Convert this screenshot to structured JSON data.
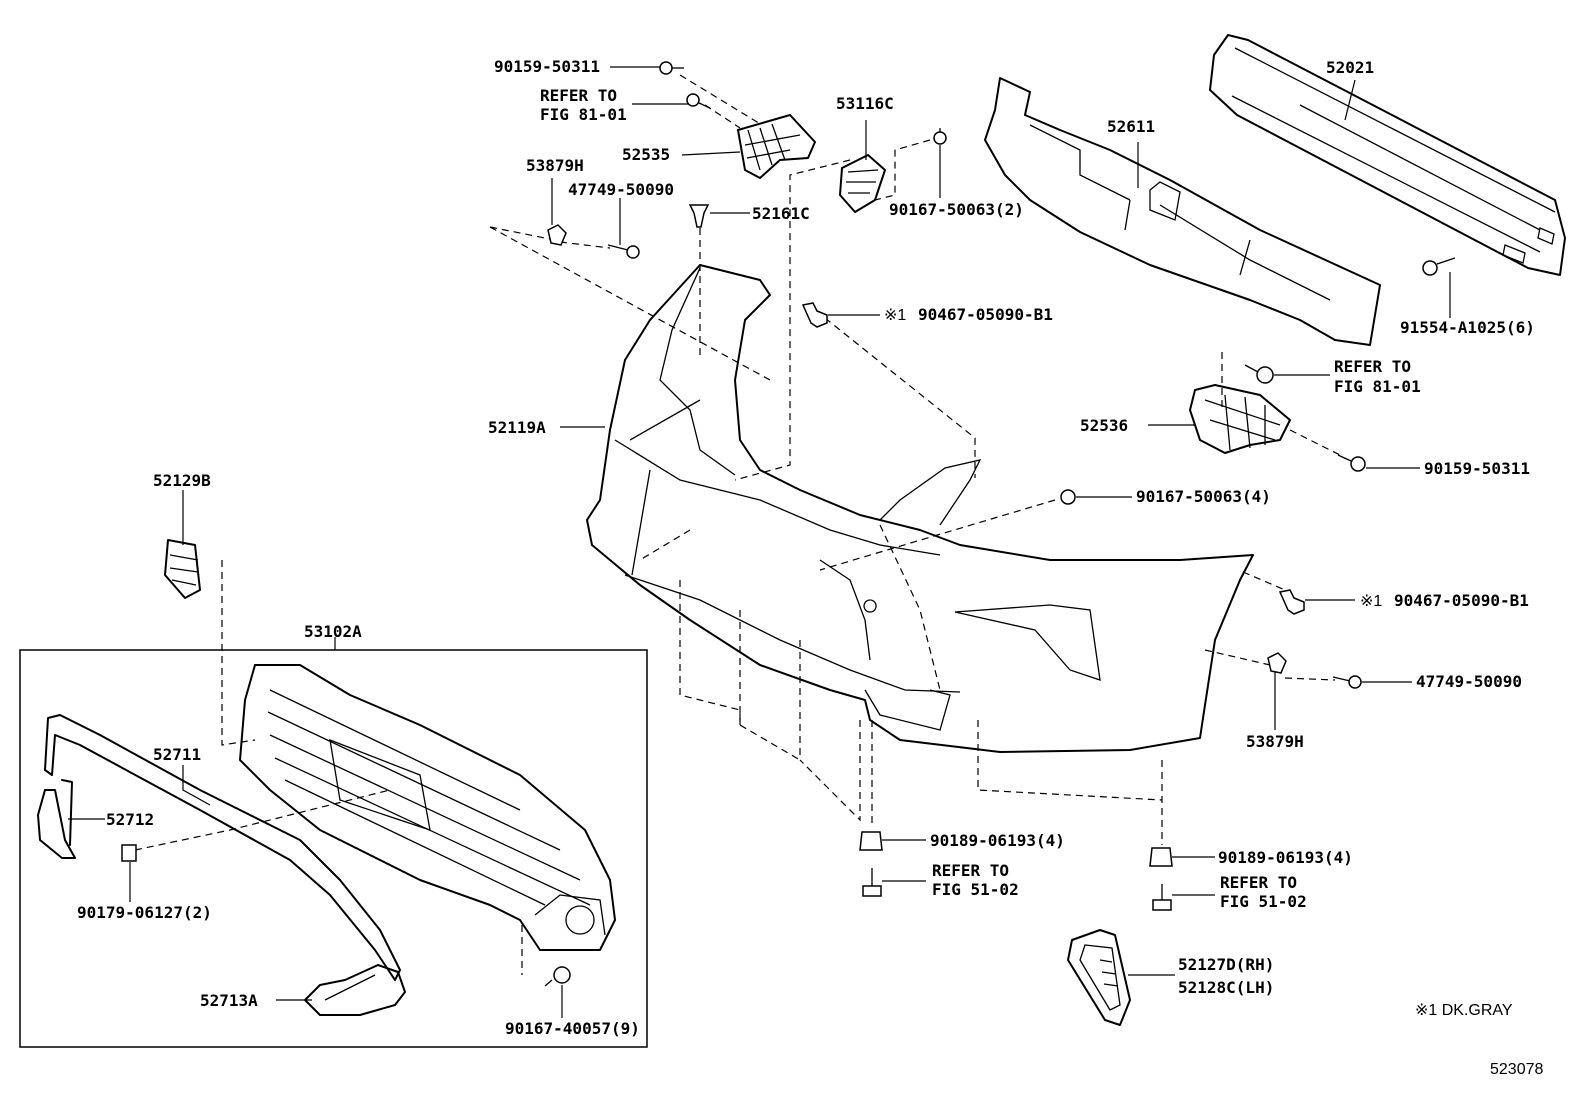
{
  "labels": {
    "p90159_50311_top": "90159-50311",
    "refer_81_top_1": "REFER TO",
    "refer_81_top_2": "FIG 81-01",
    "p52535": "52535",
    "p53879h_top": "53879H",
    "p47749_50090_top": "47749-50090",
    "p52161c": "52161C",
    "p53116c": "53116C",
    "p90167_50063_2": "90167-50063(2)",
    "p52611": "52611",
    "p52021": "52021",
    "p90467_top": "90467-05090-B1",
    "p91554": "91554-A1025(6)",
    "refer_81_right_1": "REFER TO",
    "refer_81_right_2": "FIG 81-01",
    "p52536": "52536",
    "p90159_50311_right": "90159-50311",
    "p52119a": "52119A",
    "p90167_50063_4": "90167-50063(4)",
    "p90467_right": "90467-05090-B1",
    "p47749_50090_right": "47749-50090",
    "p53879h_right": "53879H",
    "p52129b": "52129B",
    "p53102a": "53102A",
    "p52711": "52711",
    "p52712": "52712",
    "p90179": "90179-06127(2)",
    "p52713a": "52713A",
    "p90167_40057": "90167-40057(9)",
    "p90189_left": "90189-06193(4)",
    "refer_51_left_1": "REFER TO",
    "refer_51_left_2": "FIG 51-02",
    "p90189_right": "90189-06193(4)",
    "refer_51_right_1": "REFER TO",
    "refer_51_right_2": "FIG 51-02",
    "p52127d": "52127D(RH)",
    "p52128c": "52128C(LH)",
    "mark1a": "※1",
    "mark1b": "※1",
    "footnote": "※1 DK.GRAY",
    "diagram_number": "523078"
  }
}
